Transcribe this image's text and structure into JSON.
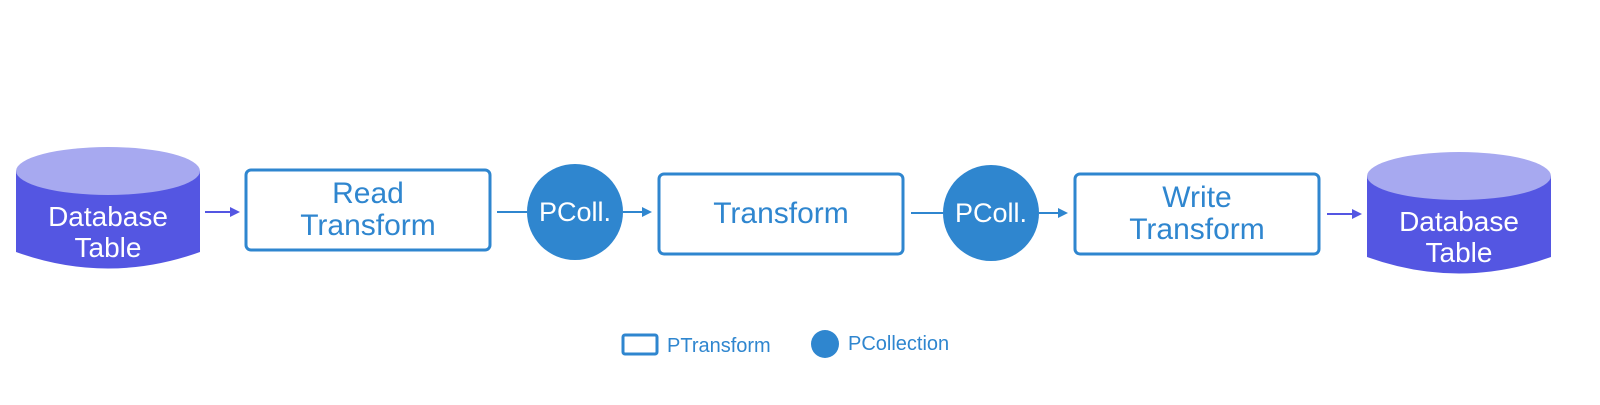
{
  "diagram": {
    "nodes": [
      {
        "id": "source-db",
        "kind": "database",
        "label_line1": "Database",
        "label_line2": "Table"
      },
      {
        "id": "read-transform",
        "kind": "ptransform",
        "label_line1": "Read",
        "label_line2": "Transform"
      },
      {
        "id": "pcoll-1",
        "kind": "pcollection",
        "label": "PColl."
      },
      {
        "id": "transform",
        "kind": "ptransform",
        "label": "Transform"
      },
      {
        "id": "pcoll-2",
        "kind": "pcollection",
        "label": "PColl."
      },
      {
        "id": "write-transform",
        "kind": "ptransform",
        "label_line1": "Write",
        "label_line2": "Transform"
      },
      {
        "id": "sink-db",
        "kind": "database",
        "label_line1": "Database",
        "label_line2": "Table"
      }
    ],
    "edges": [
      [
        "source-db",
        "read-transform"
      ],
      [
        "read-transform",
        "pcoll-1"
      ],
      [
        "pcoll-1",
        "transform"
      ],
      [
        "transform",
        "pcoll-2"
      ],
      [
        "pcoll-2",
        "write-transform"
      ],
      [
        "write-transform",
        "sink-db"
      ]
    ]
  },
  "legend": {
    "ptransform_label": "PTransform",
    "pcollection_label": "PCollection"
  },
  "colors": {
    "database_body": "#5456e2",
    "database_top": "#a7a9f0",
    "accent_blue": "#2f86cf",
    "db_arrow": "#5456e2"
  }
}
